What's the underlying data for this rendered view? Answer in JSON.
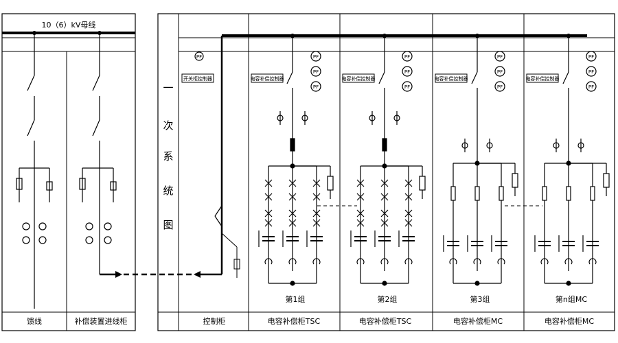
{
  "bus_label": "10（6）kV母线",
  "vertical_title": [
    "一",
    "次",
    "系",
    "统",
    "图"
  ],
  "left_cabinets": [
    {
      "name": "馈线"
    },
    {
      "name": "补偿装置进线柜"
    }
  ],
  "right_cabinets": [
    {
      "name": "控制柜",
      "tag": "开关柜控制器"
    },
    {
      "name": "电容补偿柜TSC",
      "tag": "电容补偿控制器",
      "group": "第1组"
    },
    {
      "name": "电容补偿柜TSC",
      "tag": "电容补偿控制器",
      "group": "第2组"
    },
    {
      "name": "电容补偿柜MC",
      "tag": "电容补偿控制器",
      "group": "第3组"
    },
    {
      "name": "电容补偿柜MC",
      "tag": "电容补偿控制器",
      "group": "第n组MC"
    }
  ],
  "meter_symbol": "PF",
  "colors": {
    "line": "#000000",
    "background": "#ffffff"
  }
}
